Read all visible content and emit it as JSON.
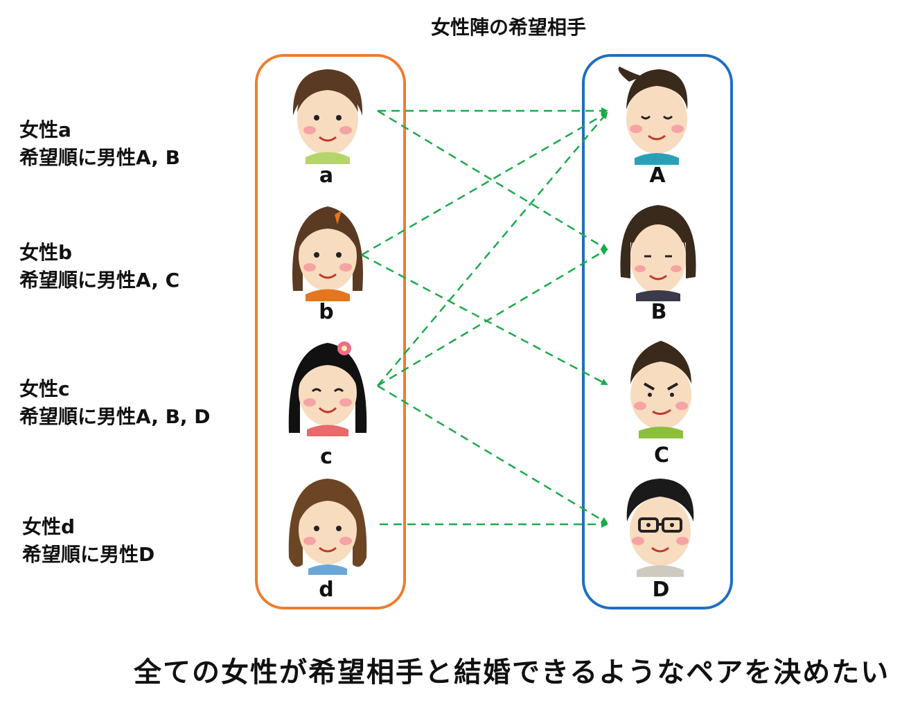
{
  "title": "女性陣の希望相手",
  "women": [
    {
      "id": "a",
      "label": "a",
      "pref_title": "女性a",
      "pref_text": "希望順に男性A, B",
      "hair": "#5a3a22",
      "shirt": "#b5d56a",
      "targets": [
        "A",
        "B"
      ]
    },
    {
      "id": "b",
      "label": "b",
      "pref_title": "女性b",
      "pref_text": "希望順に男性A, C",
      "hair": "#5a3a22",
      "shirt": "#e3761f",
      "targets": [
        "A",
        "C"
      ]
    },
    {
      "id": "c",
      "label": "c",
      "pref_title": "女性c",
      "pref_text": "希望順に男性A, B, D",
      "hair": "#111111",
      "shirt": "#e86a6a",
      "targets": [
        "A",
        "B",
        "D"
      ]
    },
    {
      "id": "d",
      "label": "d",
      "pref_title": "女性d",
      "pref_text": "希望順に男性D",
      "hair": "#6b4524",
      "shirt": "#6aa7d8",
      "targets": [
        "D"
      ]
    }
  ],
  "men": [
    {
      "id": "A",
      "label": "A",
      "hair": "#3a2a1c",
      "shirt": "#2aa0b8"
    },
    {
      "id": "B",
      "label": "B",
      "hair": "#3a2a1c",
      "shirt": "#3a3a4a"
    },
    {
      "id": "C",
      "label": "C",
      "hair": "#3a2a1c",
      "shirt": "#8bbf3c"
    },
    {
      "id": "D",
      "label": "D",
      "hair": "#1a1a1a",
      "shirt": "#cfcac0"
    }
  ],
  "colors": {
    "women_box": "#ed7d31",
    "men_box": "#1f6fbf",
    "arrow": "#1aaa4a",
    "skin": "#f8dcc0",
    "cheek": "#f6a3a3"
  },
  "caption": "全ての女性が希望相手と結婚できるようなペアを決めたい"
}
